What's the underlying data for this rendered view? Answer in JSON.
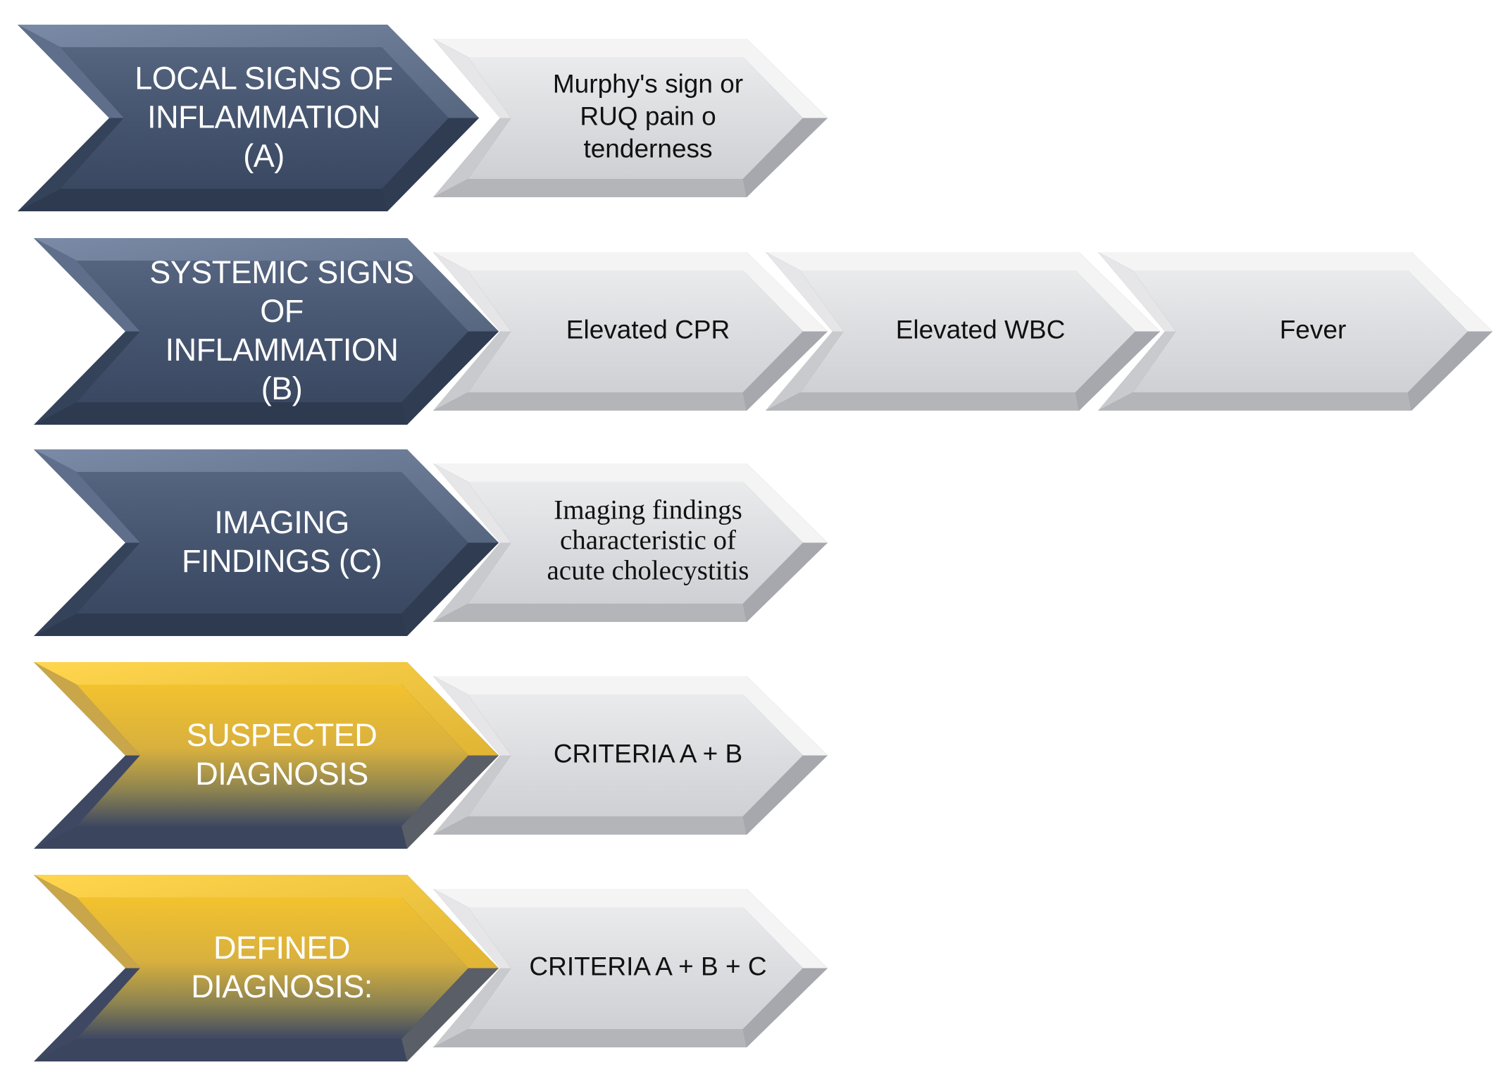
{
  "rows": [
    {
      "label": [
        "LOCAL SIGNS OF",
        "INFLAMMATION",
        "(A)"
      ],
      "style": "navy",
      "items": [
        {
          "text": [
            "Murphy's sign or",
            "RUQ pain o",
            "tenderness"
          ],
          "font": "sans"
        }
      ]
    },
    {
      "label": [
        "SYSTEMIC SIGNS",
        "OF",
        "INFLAMMATION",
        "(B)"
      ],
      "style": "navy",
      "items": [
        {
          "text": [
            "Elevated CPR"
          ],
          "font": "sans"
        },
        {
          "text": [
            "Elevated WBC"
          ],
          "font": "sans"
        },
        {
          "text": [
            "Fever"
          ],
          "font": "sans"
        }
      ]
    },
    {
      "label": [
        "IMAGING",
        "FINDINGS (C)"
      ],
      "style": "navy",
      "items": [
        {
          "text": [
            "Imaging findings",
            "characteristic of",
            "acute cholecystitis"
          ],
          "font": "serif"
        }
      ]
    },
    {
      "label": [
        "SUSPECTED",
        "DIAGNOSIS"
      ],
      "style": "gold",
      "items": [
        {
          "text": [
            "CRITERIA A + B"
          ],
          "font": "sans"
        }
      ]
    },
    {
      "label": [
        "DEFINED",
        "DIAGNOSIS:"
      ],
      "style": "gold",
      "items": [
        {
          "text": [
            "CRITERIA A + B + C"
          ],
          "font": "sans"
        }
      ]
    }
  ],
  "colors": {
    "navy_dark": "#3b4a63",
    "navy_light": "#6d7f9c",
    "gold_top": "#f6c733",
    "gold_bottom": "#3d4862",
    "grey_body": "#dcdde0",
    "grey_edge": "#6f7176"
  }
}
